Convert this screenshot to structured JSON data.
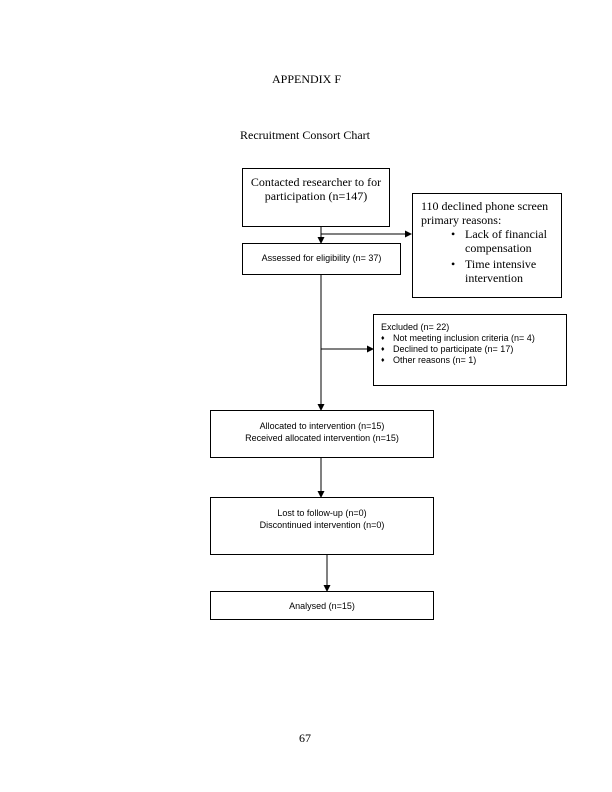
{
  "page": {
    "title": "APPENDIX F",
    "subtitle": "Recruitment Consort Chart",
    "page_number": "67"
  },
  "flow": {
    "contacted": {
      "line1": "Contacted researcher to for",
      "line2": "participation (n=147)"
    },
    "declined": {
      "line1": "110 declined phone screen",
      "line2": "primary reasons:",
      "reasons": [
        {
          "line1": "Lack of financial",
          "line2": "compensation"
        },
        {
          "line1": "Time intensive",
          "line2": "intervention"
        }
      ]
    },
    "assessed": {
      "text": "Assessed for eligibility (n= 37)"
    },
    "excluded": {
      "title": "Excluded  (n= 22)",
      "items": [
        "Not meeting inclusion criteria (n= 4)",
        "Declined to participate (n= 17)",
        "Other reasons (n= 1)"
      ]
    },
    "allocated": {
      "line1": "Allocated to intervention (n=15)",
      "line2": "Received allocated intervention (n=15)"
    },
    "followup": {
      "line1": "Lost to follow-up  (n=0)",
      "line2": "Discontinued intervention (n=0)"
    },
    "analysed": {
      "text": "Analysed (n=15)"
    }
  },
  "icons": {
    "round_bullet": "•",
    "diamond_bullet": "♦"
  }
}
